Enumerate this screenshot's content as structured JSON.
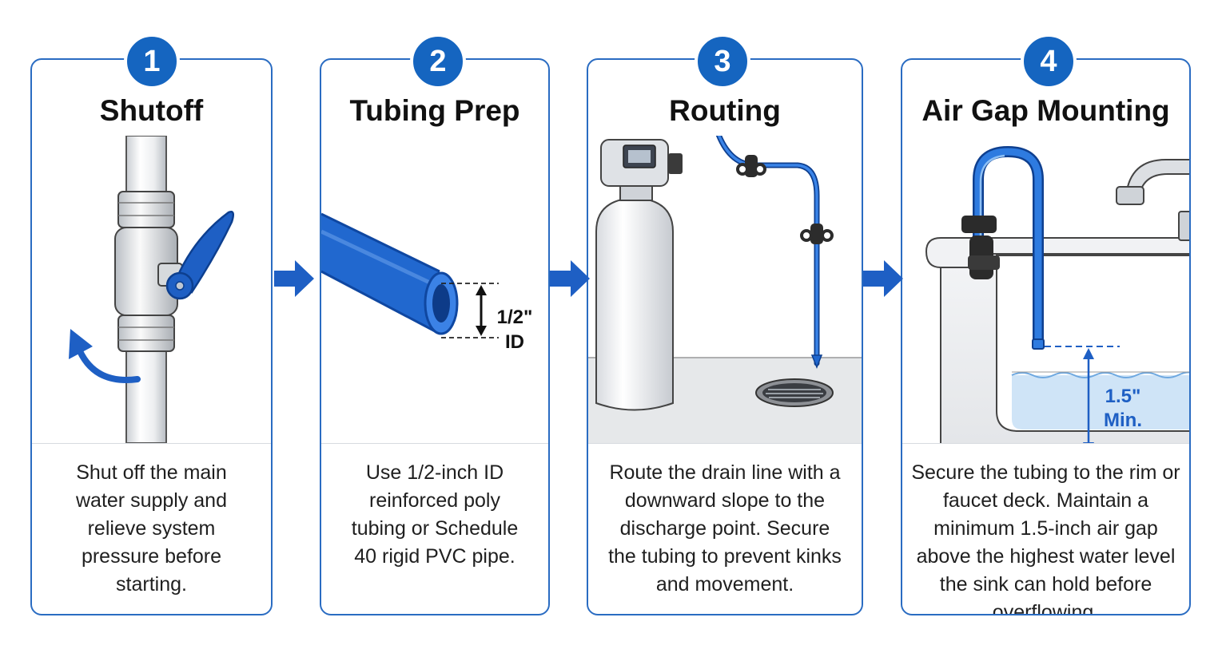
{
  "steps": [
    {
      "number": "1",
      "title": "Shutoff",
      "description": "Shut off the main water supply and relieve system pressure before starting."
    },
    {
      "number": "2",
      "title": "Tubing Prep",
      "description": "Use 1/2-inch ID reinforced poly tubing or Schedule 40 rigid PVC pipe.",
      "dimension_line1": "1/2\"",
      "dimension_line2": "ID"
    },
    {
      "number": "3",
      "title": "Routing",
      "description": "Route the drain line with a downward slope to the discharge point. Secure the tubing to prevent kinks and movement."
    },
    {
      "number": "4",
      "title": "Air Gap Mounting",
      "description": "Secure the tubing to the rim or faucet deck. Maintain a minimum 1.5-inch air gap above the highest water level the sink can hold before overflowing.",
      "dimension_line1": "1.5\"",
      "dimension_line2": "Min."
    }
  ],
  "colors": {
    "accent": "#1565c0",
    "border": "#2a6cc2",
    "tubing": "#1e63c8",
    "water": "#cfe4f7"
  },
  "icons": [
    "ball-valve-icon",
    "tubing-icon",
    "water-softener-icon",
    "air-gap-sink-icon",
    "arrow-right-icon"
  ]
}
